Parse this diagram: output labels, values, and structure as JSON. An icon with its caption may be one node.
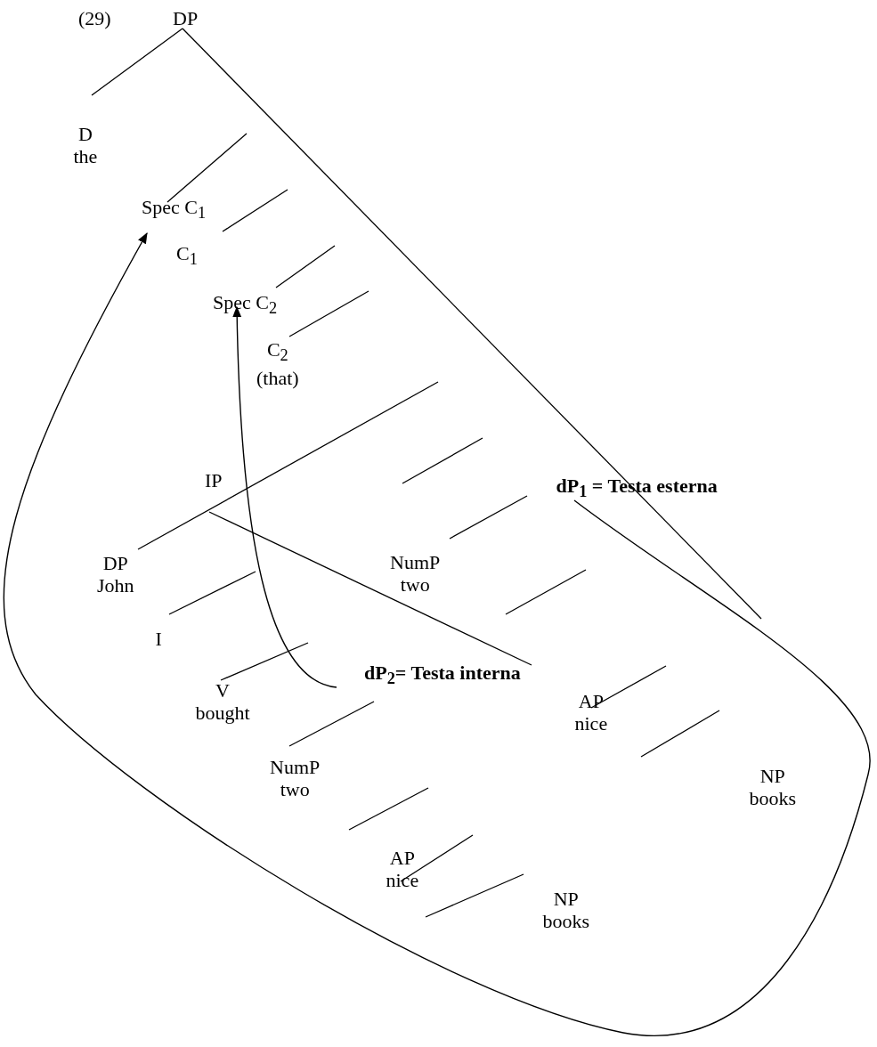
{
  "diagram": {
    "nodes": [
      {
        "text": [
          "DP"
        ]
      },
      {
        "text": [
          "D",
          "the"
        ]
      },
      {
        "text": [
          "Spec C$_{1}$"
        ]
      },
      {
        "text": [
          "C$_{1}$"
        ]
      },
      {
        "text": [
          "Spec C$_{2}$"
        ]
      },
      {
        "text": [
          "C$_{2}$",
          "(that)"
        ]
      },
      {
        "text": [
          "IP"
        ]
      },
      {
        "text": [
          "DP",
          "John"
        ]
      },
      {
        "text": [
          "I"
        ]
      },
      {
        "text": [
          "V",
          "bought"
        ]
      },
      {
        "text": [
          "dP$_{2}$= Testa interna"
        ]
      },
      {
        "text": [
          "NumP",
          "two"
        ]
      },
      {
        "text": [
          "AP",
          "nice"
        ]
      },
      {
        "text": [
          "NP",
          "books"
        ]
      },
      {
        "text": [
          "dP$_{1}$ = Testa esterna"
        ]
      },
      {
        "text": [
          "NumP",
          "two"
        ]
      },
      {
        "text": [
          "AP",
          "nice"
        ]
      },
      {
        "text": [
          "NP",
          "books"
        ]
      }
    ],
    "edges": [
      {
        "from": 10,
        "to": 4,
        "arrow": "to"
      },
      {
        "from": 14,
        "to": 2,
        "arrow": "to"
      }
    ],
    "labels": [
      "(29)"
    ]
  }
}
